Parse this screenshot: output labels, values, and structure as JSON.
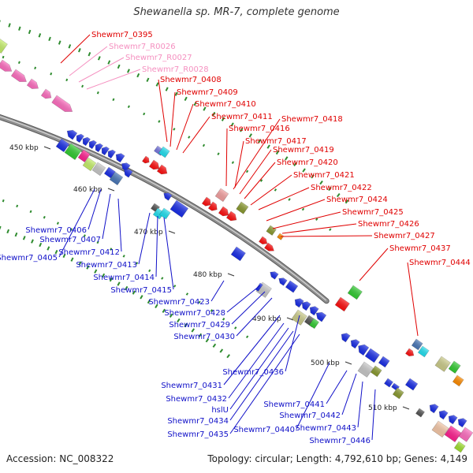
{
  "title": "Shewanella sp. MR-7, complete genome",
  "footer": {
    "accession": "Accession: NC_008322",
    "summary": "Topology: circular; Length: 4,792,610 bp; Genes: 4,149"
  },
  "colors": {
    "backbone": "#8f8f8f",
    "tick": "#2e8b2e",
    "label_red": "#e00000",
    "label_pink": "#f590c0",
    "label_blue": "#1010c8",
    "gene_blue": "#1a2ee8",
    "gene_red": "#ff1010",
    "gene_pink": "#ff6ec0",
    "gene_cyan": "#22e0f0",
    "gene_green": "#33cc33",
    "gene_olive": "#8a9a30",
    "gene_khaki": "#cccc8a",
    "gene_grey": "#c8c8c8",
    "gene_lime": "#c6f06a",
    "gene_orange": "#ff8c00",
    "gene_steel": "#4a78b8",
    "gene_magenta": "#ff2090",
    "gene_violet": "#7878e0",
    "gene_dark": "#555555",
    "gene_yellowgreen": "#a0e030"
  },
  "scale_labels": [
    "450 kbp",
    "460 kbp",
    "470 kbp",
    "480 kbp",
    "490 kbp",
    "500 kbp",
    "510 kbp"
  ],
  "genes_labels_top": [
    {
      "name": "Shewmr7_0395",
      "color": "label_red"
    },
    {
      "name": "Shewmr7_R0026",
      "color": "label_pink"
    },
    {
      "name": "Shewmr7_R0027",
      "color": "label_pink"
    },
    {
      "name": "Shewmr7_R0028",
      "color": "label_pink"
    },
    {
      "name": "Shewmr7_0408",
      "color": "label_red"
    },
    {
      "name": "Shewmr7_0409",
      "color": "label_red"
    },
    {
      "name": "Shewmr7_0410",
      "color": "label_red"
    },
    {
      "name": "Shewmr7_0411",
      "color": "label_red"
    },
    {
      "name": "Shewmr7_0416",
      "color": "label_red"
    },
    {
      "name": "Shewmr7_0418",
      "color": "label_red"
    },
    {
      "name": "Shewmr7_0417",
      "color": "label_red"
    },
    {
      "name": "Shewmr7_0419",
      "color": "label_red"
    },
    {
      "name": "Shewmr7_0420",
      "color": "label_red"
    },
    {
      "name": "Shewmr7_0421",
      "color": "label_red"
    },
    {
      "name": "Shewmr7_0422",
      "color": "label_red"
    },
    {
      "name": "Shewmr7_0424",
      "color": "label_red"
    },
    {
      "name": "Shewmr7_0425",
      "color": "label_red"
    },
    {
      "name": "Shewmr7_0426",
      "color": "label_red"
    },
    {
      "name": "Shewmr7_0427",
      "color": "label_red"
    },
    {
      "name": "Shewmr7_0437",
      "color": "label_red"
    },
    {
      "name": "Shewmr7_0444",
      "color": "label_red"
    }
  ],
  "genes_labels_bottom": [
    {
      "name": "Shewmr7_0406"
    },
    {
      "name": "Shewmr7_0407"
    },
    {
      "name": "Shewmr7_0405"
    },
    {
      "name": "Shewmr7_0412"
    },
    {
      "name": "Shewmr7_0413"
    },
    {
      "name": "Shewmr7_0414"
    },
    {
      "name": "Shewmr7_0415"
    },
    {
      "name": "Shewmr7_0423"
    },
    {
      "name": "Shewmr7_0428"
    },
    {
      "name": "Shewmr7_0429"
    },
    {
      "name": "Shewmr7_0430"
    },
    {
      "name": "Shewmr7_0436"
    },
    {
      "name": "Shewmr7_0431"
    },
    {
      "name": "Shewmr7_0432"
    },
    {
      "name": "hslU"
    },
    {
      "name": "Shewmr7_0434"
    },
    {
      "name": "Shewmr7_0435"
    },
    {
      "name": "Shewmr7_0440"
    },
    {
      "name": "Shewmr7_0441"
    },
    {
      "name": "Shewmr7_0442"
    },
    {
      "name": "Shewmr7_0443"
    },
    {
      "name": "Shewmr7_0446"
    }
  ]
}
